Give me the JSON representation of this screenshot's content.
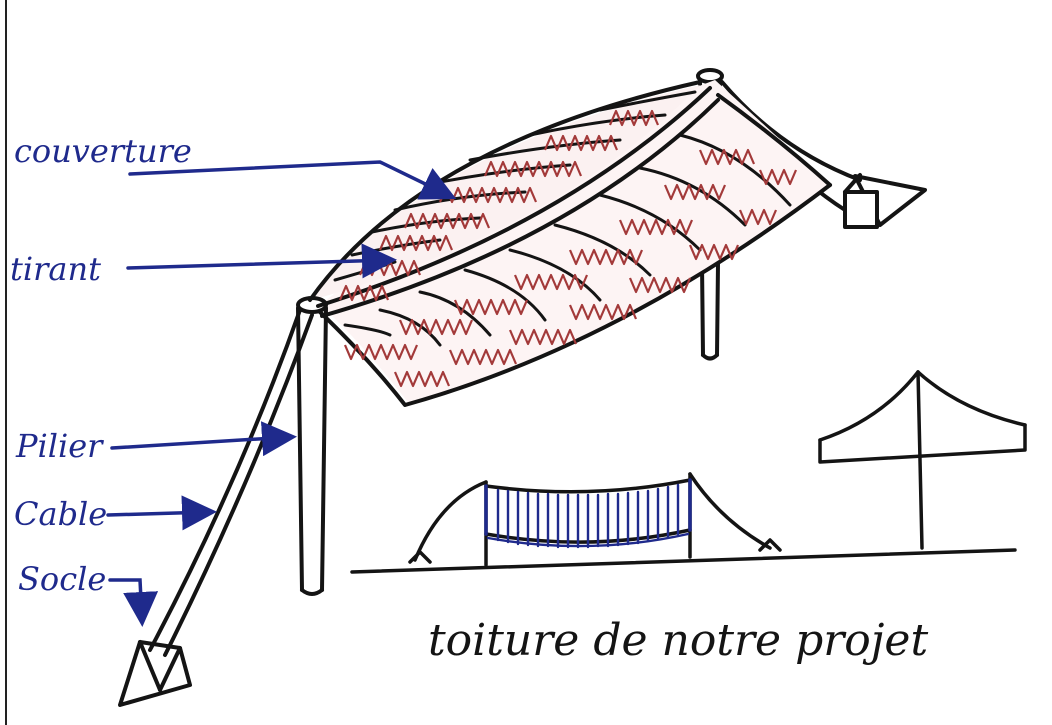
{
  "labels": {
    "couverture": "couverture",
    "tirant": "tirant",
    "pilier": "Pilier",
    "cable": "Cable",
    "socle": "Socle"
  },
  "caption": "toiture de notre projet",
  "colors": {
    "ink": "#141414",
    "blue_ink": "#1f2a8c",
    "red_ink": "#a33a3a",
    "paper": "#ffffff"
  }
}
